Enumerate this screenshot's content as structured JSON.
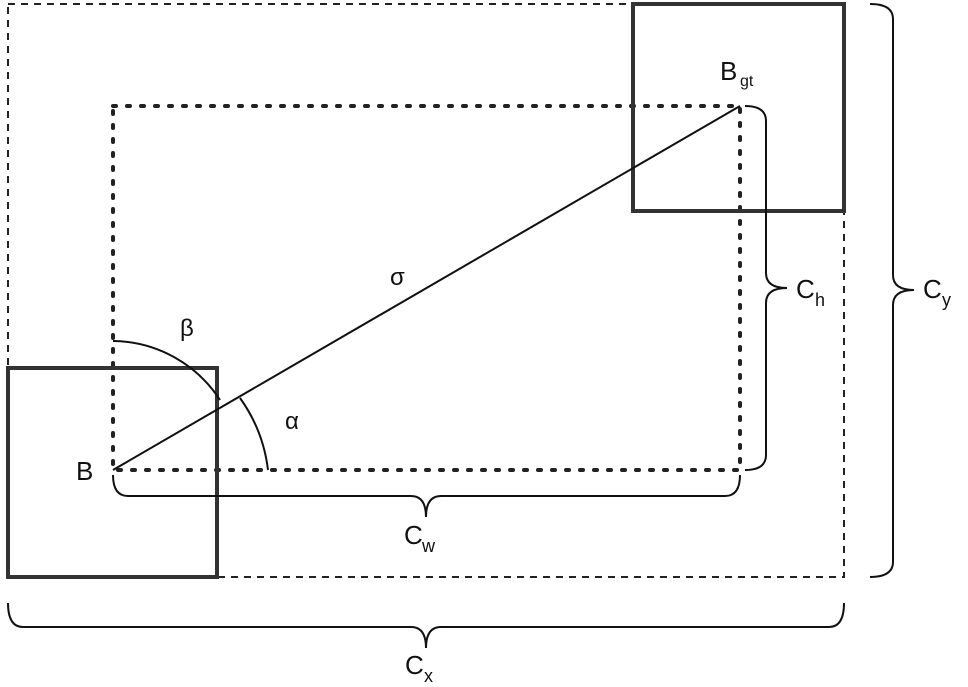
{
  "diagram": {
    "labels": {
      "box_predicted": "B",
      "box_ground_truth": "B",
      "box_ground_truth_sub": "gt",
      "sigma": "σ",
      "alpha": "α",
      "beta": "β",
      "c_w": "C",
      "c_w_sub": "w",
      "c_h": "C",
      "c_h_sub": "h",
      "c_x": "C",
      "c_x_sub": "x",
      "c_y": "C",
      "c_y_sub": "y"
    },
    "colors": {
      "stroke": "#222222",
      "background": "#ffffff"
    }
  }
}
